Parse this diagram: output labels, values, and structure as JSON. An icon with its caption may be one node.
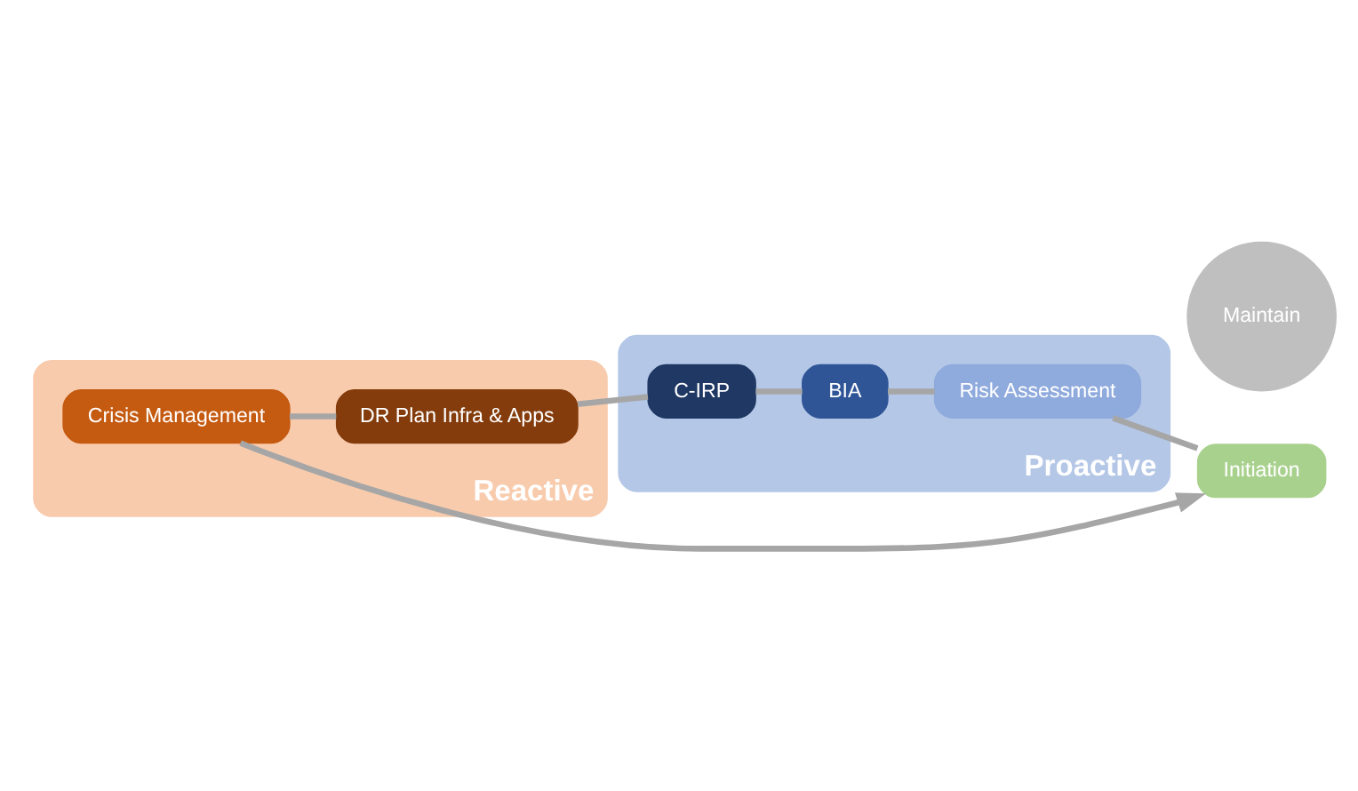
{
  "diagram": {
    "nodes": [
      {
        "text": [
          "Reactive"
        ]
      },
      {
        "text": [
          "Proactive"
        ]
      },
      {
        "text": [
          "Initiation"
        ]
      },
      {
        "text": [
          "Risk Assessment"
        ],
        "in": 1
      },
      {
        "text": [
          "Crisis Management"
        ],
        "in": 0
      },
      {
        "text": [
          "Maintain"
        ]
      },
      {
        "text": [
          "BIA"
        ],
        "in": 1
      },
      {
        "text": [
          "DR Plan Infra & Apps"
        ],
        "in": 0
      },
      {
        "text": [
          "C-IRP"
        ],
        "in": 1
      }
    ],
    "edges": [
      {
        "from": 2,
        "to": 3,
        "arrow": "none"
      },
      {
        "from": 3,
        "to": 6,
        "arrow": "none"
      },
      {
        "from": 6,
        "to": 8,
        "arrow": "none"
      },
      {
        "from": 8,
        "to": 7,
        "arrow": "none"
      },
      {
        "from": 7,
        "to": 4,
        "arrow": "none"
      },
      {
        "from": 4,
        "to": 2,
        "arrow": "to"
      }
    ]
  }
}
